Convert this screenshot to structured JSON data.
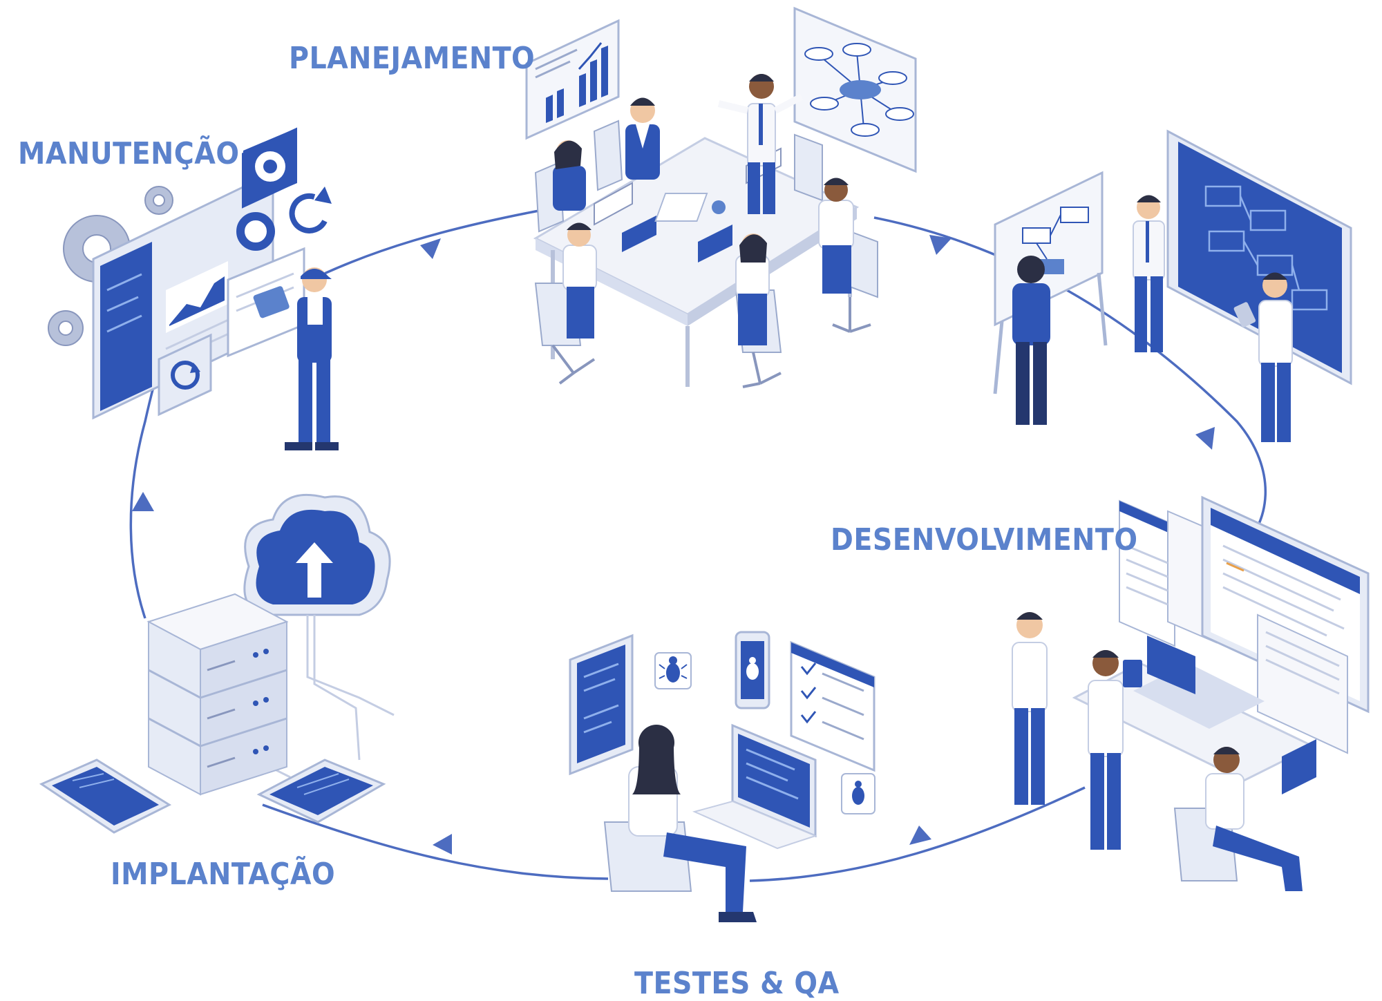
{
  "diagram": {
    "type": "cycle",
    "stages": [
      {
        "id": "planning",
        "label": "PLANEJAMENTO"
      },
      {
        "id": "development",
        "label": "DESENVOLVIMENTO"
      },
      {
        "id": "testing",
        "label": "TESTES & QA"
      },
      {
        "id": "deployment",
        "label": "IMPLANTAÇÃO"
      },
      {
        "id": "maintenance",
        "label": "MANUTENÇÃO"
      }
    ],
    "flow_direction": "clockwise"
  },
  "colors": {
    "primary": "#2f55b5",
    "label": "#5b82cc",
    "cycle_line": "#4d6cc0",
    "panel": "#eef2fa",
    "skin_light": "#f0c7a3",
    "skin_dark": "#8a5a3c",
    "hair": "#2b2f44"
  }
}
